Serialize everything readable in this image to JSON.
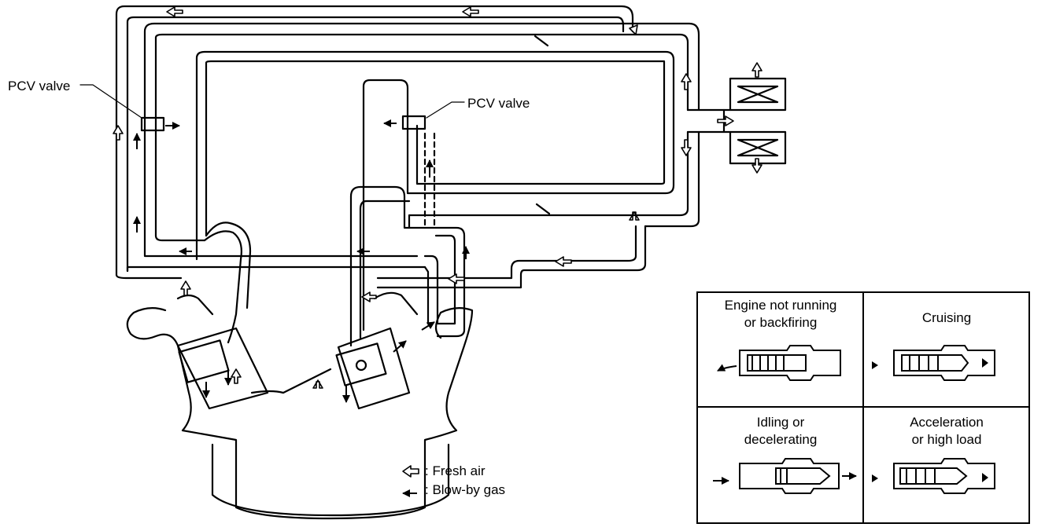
{
  "labels": {
    "pcv_valve_left": "PCV valve",
    "pcv_valve_right": "PCV valve"
  },
  "legend": {
    "fresh_air": ": Fresh air",
    "blow_by_gas": ": Blow-by gas"
  },
  "valve_states": {
    "not_running": {
      "line1": "Engine not running",
      "line2": "or backfiring"
    },
    "cruising": {
      "line1": "Cruising",
      "line2": ""
    },
    "idling": {
      "line1": "Idling or",
      "line2": "decelerating"
    },
    "acceleration": {
      "line1": "Acceleration",
      "line2": "or high load"
    }
  }
}
